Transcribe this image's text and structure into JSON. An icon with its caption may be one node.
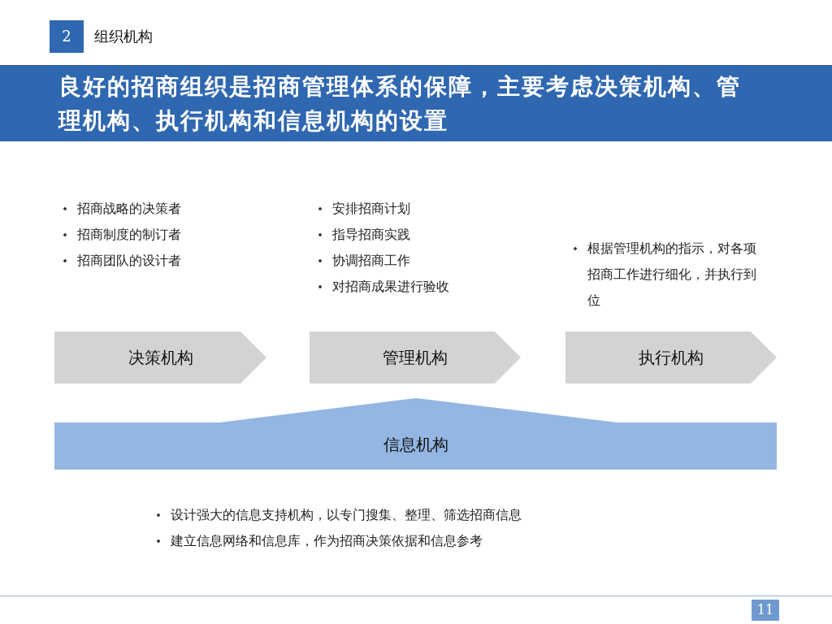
{
  "diagram": {
    "title": "良好的招商组织是招商管理体系的保障，主要考虑决策机构、管理机构、执行机构和信息机构的设置",
    "nodes": [
      {
        "text": [
          "决策机构"
        ],
        "beside": [
          "招商战略的决策者",
          "招商制度的制订者",
          "招商团队的设计者"
        ]
      },
      {
        "text": [
          "管理机构"
        ],
        "beside": [
          "安排招商计划",
          "指导招商实践",
          "协调招商工作",
          "对招商成果进行验收"
        ]
      },
      {
        "text": [
          "执行机构"
        ],
        "beside": [
          "根据管理机构的指示，对各项招商工作进行细化，并执行到位"
        ]
      },
      {
        "text": [
          "信息机构"
        ],
        "beside": [
          "设计强大的信息支持机构，以专门搜集、整理、筛选招商信息",
          "建立信息网络和信息库，作为招商决策依据和信息参考"
        ]
      }
    ],
    "labels": [
      "2",
      "组织机构",
      "11"
    ]
  }
}
